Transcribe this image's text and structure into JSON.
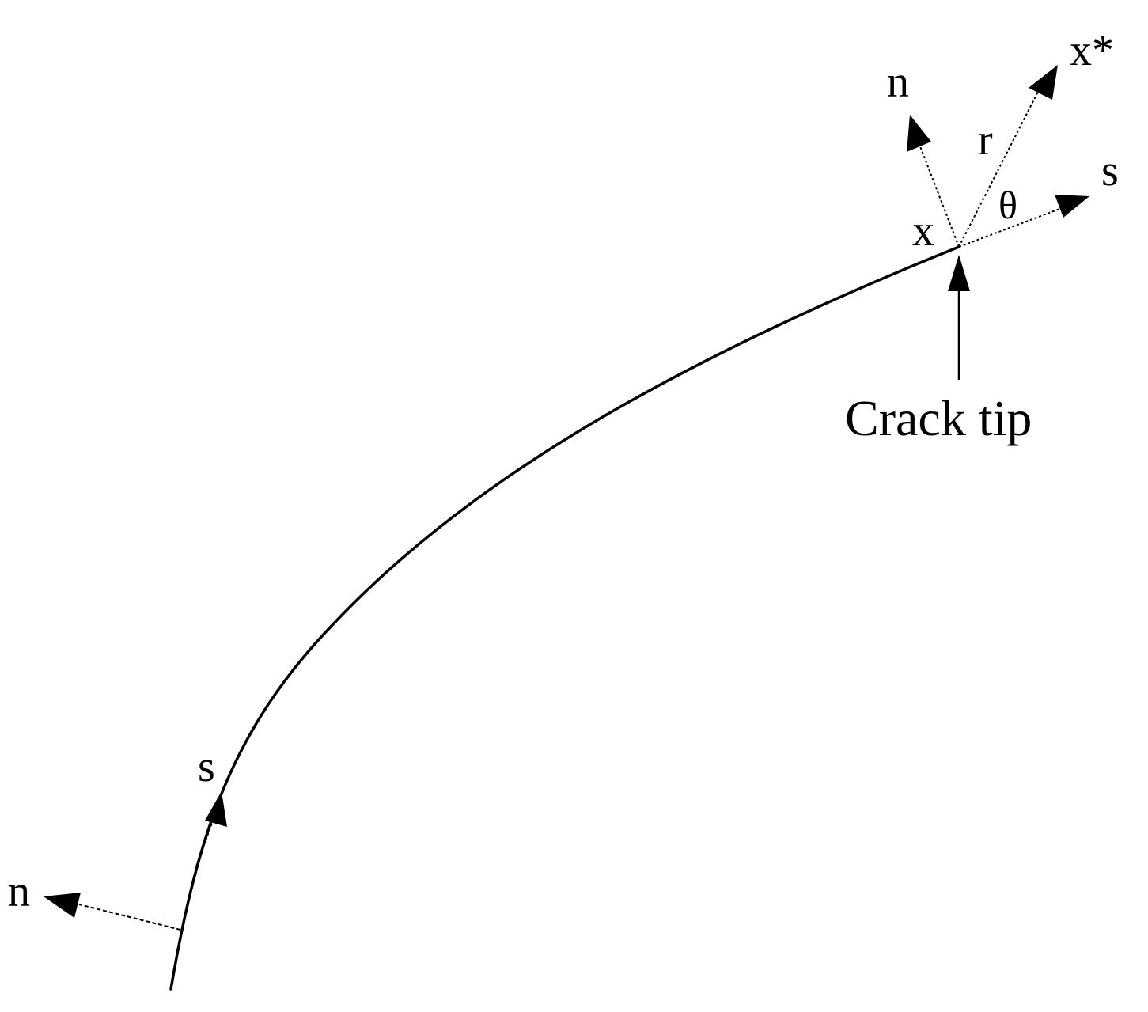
{
  "labels": {
    "n_tip": "n",
    "x_star": "x*",
    "r": "r",
    "s_tip": "s",
    "theta": "θ",
    "x_tip": "x",
    "crack_tip": "Crack tip",
    "s_bottom": "s",
    "n_bottom": "n"
  },
  "colors": {
    "ink": "#000000",
    "background": "#ffffff"
  }
}
